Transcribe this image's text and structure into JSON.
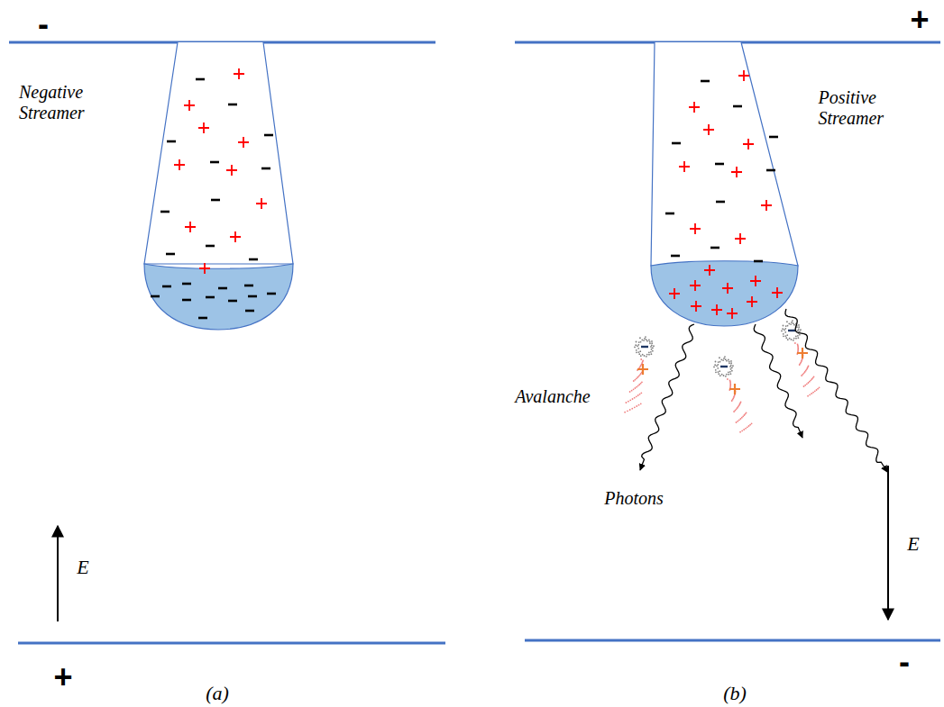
{
  "diagram": {
    "labels": [
      "-",
      "Negative Streamer",
      "+",
      "E",
      "(a)",
      "+",
      "Positive Streamer",
      "Avalanche",
      "Photons",
      "E",
      "-",
      "(b)"
    ]
  }
}
